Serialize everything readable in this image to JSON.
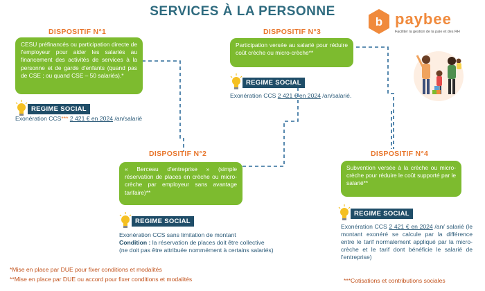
{
  "title": "SERVICES À LA PERSONNE",
  "logo": {
    "name": "paybee",
    "tagline": "Faciliter la gestion de la paie et des RH",
    "brand_color": "#f08a3c"
  },
  "colors": {
    "green": "#7dbb2f",
    "navy": "#1f4d68",
    "orange": "#e8762c",
    "dash": "#2d6b9a"
  },
  "dispositifs": [
    {
      "title": "DISPOSITIF N°1",
      "text": "CESU préfinancés ou participation directe de l'employeur pour aider les salariés au financement des activités de services à la personne et de garde d'enfants (quand pas de CSE ; ou quand CSE – 50 salariés).*",
      "regime_label": "REGIME SOCIAL",
      "regime_pre": "Exonération CCS",
      "regime_stars": "***",
      "regime_amount": "2 421 € en 2024",
      "regime_post": " /an/salarié"
    },
    {
      "title": "DISPOSITIF N°2",
      "text": "« Berceau d'entreprise » (simple réservation de places en crèche ou micro-crèche par employeur sans avantage tarifaire)**",
      "regime_label": "REGIME SOCIAL",
      "regime_line1": "Exonération CCS sans limitation de montant",
      "condition_label": "Condition :",
      "condition_text": " la réservation de places doit être collective",
      "condition_text2": "(ne doit pas être attribuée nommément à certains salariés)"
    },
    {
      "title": "DISPOSITIF N°3",
      "text": "Participation versée au salarié pour réduire coût crèche ou micro-crèche**",
      "regime_label": "REGIME SOCIAL",
      "regime_pre": "Exonération CCS ",
      "regime_amount": "2 421 € en 2024",
      "regime_post": " /an/salarié."
    },
    {
      "title": "DISPOSITIF N°4",
      "text": "Subvention versée à la crèche ou micro-crèche pour réduire le coût supporté par le salarié**",
      "regime_label": "REGIME SOCIAL",
      "regime_pre": "Exonération CCS ",
      "regime_amount": "2 421 € en 2024",
      "regime_post": " /an/ salarié (le montant exonéré se calcule par la différence entre le tarif normalement appliqué par la micro-crèche et le tarif dont bénéficie le salarié de l'entreprise)"
    }
  ],
  "footnotes": [
    {
      "stars": "*",
      "text": "Mise en place par DUE pour fixer conditions et modalités"
    },
    {
      "stars": "**",
      "text": "Mise en place par DUE ou accord pour fixer conditions et modalités"
    },
    {
      "stars": "***",
      "text": "Cotisations et contributions sociales"
    }
  ]
}
